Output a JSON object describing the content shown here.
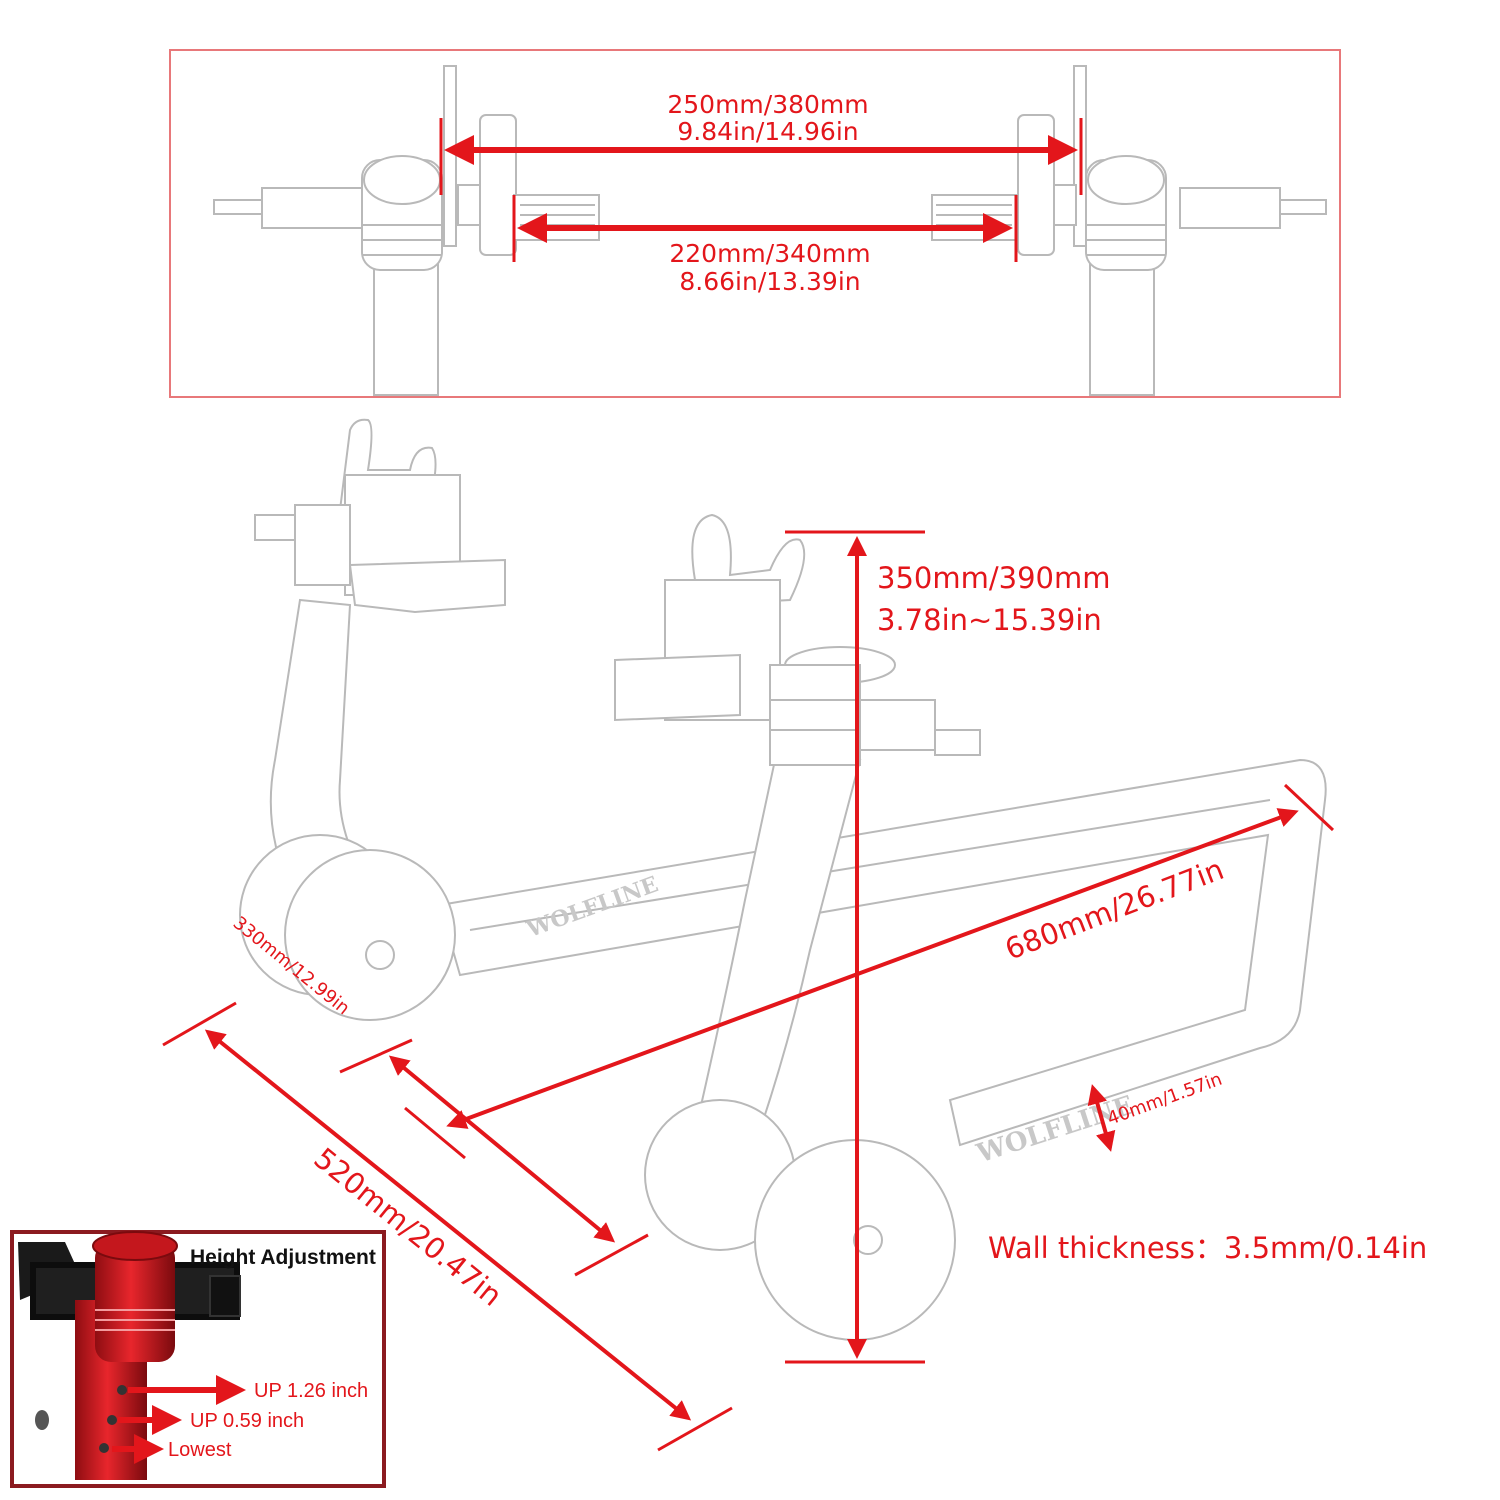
{
  "top_detail": {
    "outer_width": {
      "metric": "250mm/380mm",
      "imperial": "9.84in/14.96in"
    },
    "inner_width": {
      "metric": "220mm/340mm",
      "imperial": "8.66in/13.39in"
    }
  },
  "main_view": {
    "height": {
      "metric": "350mm/390mm",
      "imperial": "3.78in~15.39in"
    },
    "length": "680mm/26.77in",
    "width": "520mm/20.47in",
    "wheel_size": "330mm/12.99in",
    "tube_size": "40mm/1.57in",
    "wall_thickness": "Wall thickness：3.5mm/0.14in",
    "brand_mark": "WOLFLINE"
  },
  "inset": {
    "title": "Height Adjustment",
    "positions": [
      "UP 1.26 inch",
      "UP 0.59 inch",
      "Lowest"
    ]
  },
  "colors": {
    "accent": "#e3161b",
    "frame_border": "#e8787a",
    "inset_border": "#8b1a1f",
    "part_red": "#d41920",
    "outline": "#b9b9b9"
  }
}
